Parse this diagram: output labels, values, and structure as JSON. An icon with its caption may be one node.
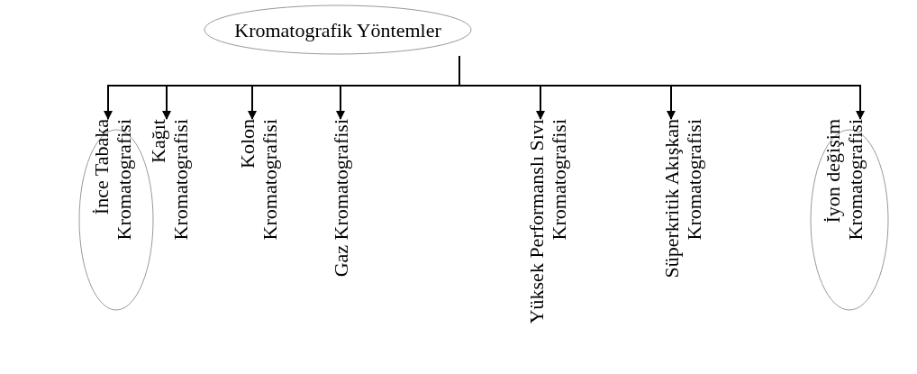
{
  "diagram": {
    "nodes": [
      {
        "text": [
          "Kromatografik Yöntemler"
        ]
      },
      {
        "text": [
          "İnce Tabaka Kromatografisi"
        ]
      },
      {
        "text": [
          "Kağıt Kromatografisi"
        ]
      },
      {
        "text": [
          "Kolon Kromatografisi"
        ]
      },
      {
        "text": [
          "Gaz Kromatografisi"
        ]
      },
      {
        "text": [
          "Yüksek Performanslı Sıvı Kromatografisi"
        ]
      },
      {
        "text": [
          "Süperkritik Akışkan Kromatografisi"
        ]
      },
      {
        "text": [
          "İyon değişim Kromatografisi"
        ]
      }
    ],
    "edges": [
      {
        "from": 0,
        "to": 1,
        "arrow": "to"
      },
      {
        "from": 0,
        "to": 2,
        "arrow": "to"
      },
      {
        "from": 0,
        "to": 3,
        "arrow": "to"
      },
      {
        "from": 0,
        "to": 4,
        "arrow": "to"
      },
      {
        "from": 0,
        "to": 5,
        "arrow": "to"
      },
      {
        "from": 0,
        "to": 6,
        "arrow": "to"
      },
      {
        "from": 0,
        "to": 7,
        "arrow": "to"
      }
    ]
  }
}
